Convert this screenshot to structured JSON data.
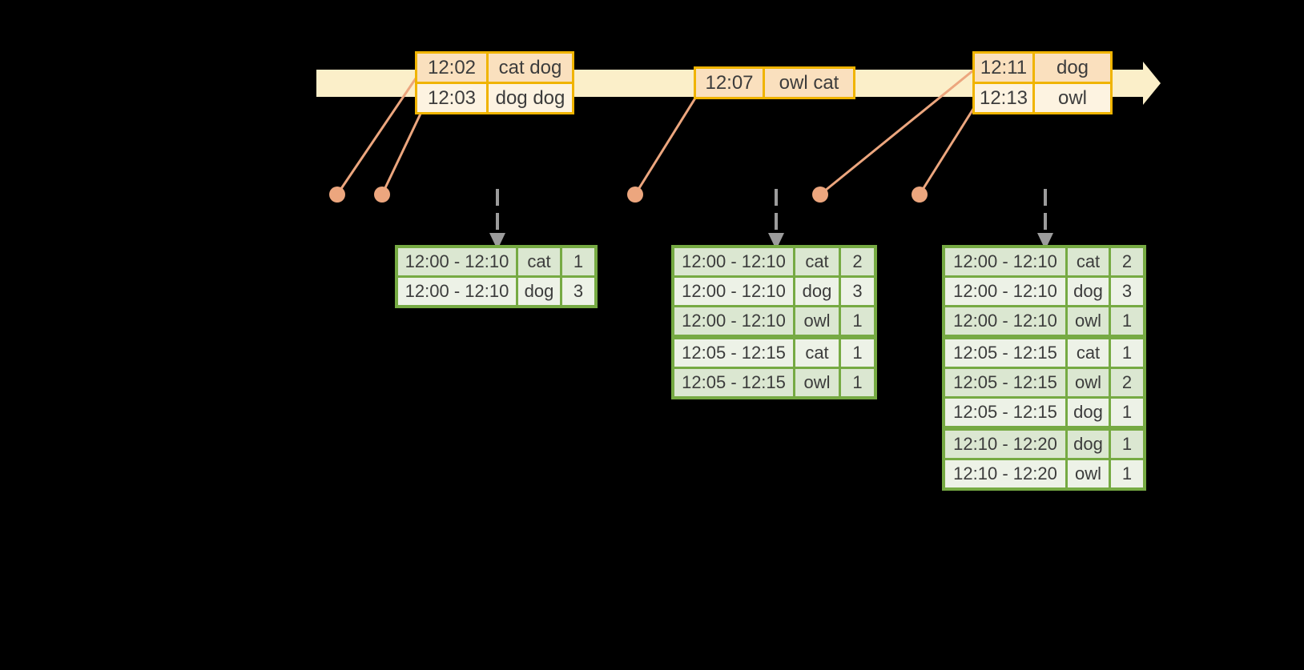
{
  "colors": {
    "gold": "#F0B400",
    "peach": "#FAE0BE",
    "cream": "#FDF3E1",
    "salmon": "#ECA67E",
    "green": "#76AA43",
    "green_tint": "#DBE7D1",
    "green_light": "#EDF2E7",
    "band": "#FBEFC9",
    "gray": "#9C9C9C",
    "ink": "#3C3C3C",
    "bg": "#000000"
  },
  "icons": {
    "timeline_arrow": "right-arrow-band",
    "trigger_arrow": "dashed-down-arrow",
    "event_dot": "filled-circle"
  },
  "event_tables": [
    {
      "rows": [
        [
          "12:02",
          "cat dog"
        ],
        [
          "12:03",
          "dog dog"
        ]
      ]
    },
    {
      "rows": [
        [
          "12:07",
          "owl cat"
        ]
      ]
    },
    {
      "rows": [
        [
          "12:11",
          "dog"
        ],
        [
          "12:13",
          "owl"
        ]
      ]
    }
  ],
  "result_tables": [
    {
      "group_starts": [],
      "rows": [
        [
          "12:00 - 12:10",
          "cat",
          "1"
        ],
        [
          "12:00 - 12:10",
          "dog",
          "3"
        ]
      ]
    },
    {
      "group_starts": [
        3
      ],
      "rows": [
        [
          "12:00 - 12:10",
          "cat",
          "2"
        ],
        [
          "12:00 - 12:10",
          "dog",
          "3"
        ],
        [
          "12:00 - 12:10",
          "owl",
          "1"
        ],
        [
          "12:05 - 12:15",
          "cat",
          "1"
        ],
        [
          "12:05 - 12:15",
          "owl",
          "1"
        ]
      ]
    },
    {
      "group_starts": [
        3,
        6
      ],
      "rows": [
        [
          "12:00 - 12:10",
          "cat",
          "2"
        ],
        [
          "12:00 - 12:10",
          "dog",
          "3"
        ],
        [
          "12:00 - 12:10",
          "owl",
          "1"
        ],
        [
          "12:05 - 12:15",
          "cat",
          "1"
        ],
        [
          "12:05 - 12:15",
          "owl",
          "2"
        ],
        [
          "12:05 - 12:15",
          "dog",
          "1"
        ],
        [
          "12:10 - 12:20",
          "dog",
          "1"
        ],
        [
          "12:10 - 12:20",
          "owl",
          "1"
        ]
      ]
    }
  ]
}
